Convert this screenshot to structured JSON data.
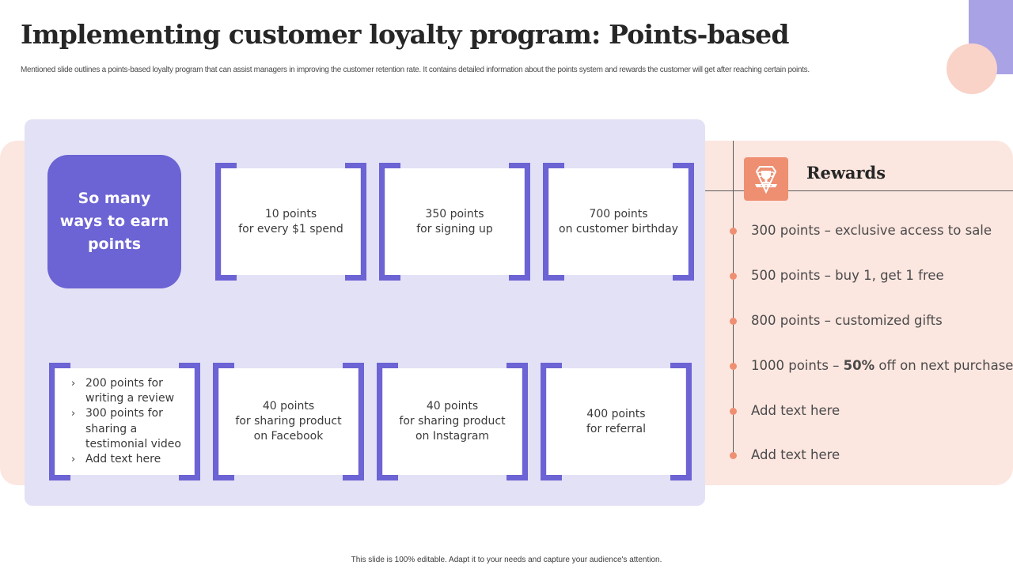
{
  "header": {
    "title": "Implementing customer loyalty program: Points-based",
    "subtitle": "Mentioned slide outlines a points-based loyalty program that can assist managers in improving the customer retention rate. It contains detailed information about the points system and rewards the customer will get after reaching certain points."
  },
  "earn": {
    "heading": "So many ways to earn points",
    "top_cards": [
      {
        "text": "10 points\nfor every $1 spend"
      },
      {
        "text": "350 points\nfor signing up"
      },
      {
        "text": "700 points\non customer birthday"
      }
    ],
    "bullet_card": {
      "items": [
        "200 points for writing a review",
        "300 points for sharing a testimonial video",
        "Add text here"
      ],
      "bullet_glyph": "›"
    },
    "bottom_cards": [
      {
        "text": "40 points\nfor sharing product\non Facebook"
      },
      {
        "text": "40 points\nfor sharing product\non Instagram"
      },
      {
        "text": "400 points\nfor referral"
      }
    ]
  },
  "rewards": {
    "title": "Rewards",
    "icon": "trophy-icon",
    "items": [
      {
        "text": "300 points – exclusive access to sale"
      },
      {
        "text": "500 points – buy 1, get 1 free"
      },
      {
        "text": "800 points – customized gifts"
      },
      {
        "prefix": "1000 points – ",
        "bold": "50%",
        "suffix": " off on next purchase"
      },
      {
        "text": "Add text here"
      },
      {
        "text": "Add text here"
      }
    ]
  },
  "footer": {
    "text": "This slide is 100% editable. Adapt it to your needs and capture your audience's attention."
  },
  "colors": {
    "accent_purple": "#6c63d4",
    "lavender_panel": "#e3e1f5",
    "peach_band": "#fce6e0",
    "coral": "#ef8f72",
    "deco_lilac": "#a9a3e6",
    "deco_pink": "#f9d2c8"
  }
}
